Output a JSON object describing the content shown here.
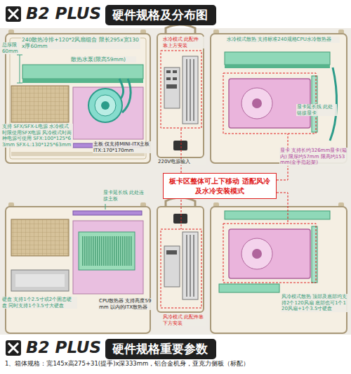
{
  "diagram": {
    "nodes": [
      {
        "text": [
          "硬件规格及分布图"
        ]
      },
      {
        "text": [
          "板卡区整体可上下移动 适配风冷及水冷安装模式"
        ]
      },
      {
        "text": [
          "硬件规格重要参数"
        ]
      }
    ],
    "labels": [
      "B2 PLUS",
      "240散热冷排+120*2风扇组合 限长295x宽130x厚60mm",
      "散热水泵(限高59mm)",
      "总厚限 60mm",
      "支持 SFX/SFX-L电源 水冷模式时限使用SFX电源 风冷模式时两种电源可使用 SFX:100*125*63mm SFX-L:130*125*63mm",
      "主板 仅支持MINI-ITX主板 ITX:170*170mm",
      "220V电源输入",
      "水冷模式 此配件靠上方安装",
      "水冷模式散热 支持标准240规格CPU水冷散热器",
      "显卡延长线 此处链接显卡",
      "显卡 支持长约326mm显卡(箱内) 限厚约57mm 限高约153mm(金手指起架)",
      "显卡延长线 此处连接主板",
      "硬盘 支持1个2.5寸或2个固态硬盘 同时支持1个3.5寸大硬盘",
      "CPU散热器 支持高度59mm 以内的ITX散热器",
      "风冷模式 此配件靠下方安装",
      "风冷模式散热 顶部及底部均支持2个120风扇 底部也可1个120风扇+1个3.5寸硬盘",
      "B2 PLUS",
      "1、箱体规格：宽145x高275+31(提手)x深333mm，铝合金机身，亚克力侧板（标配）"
    ]
  }
}
